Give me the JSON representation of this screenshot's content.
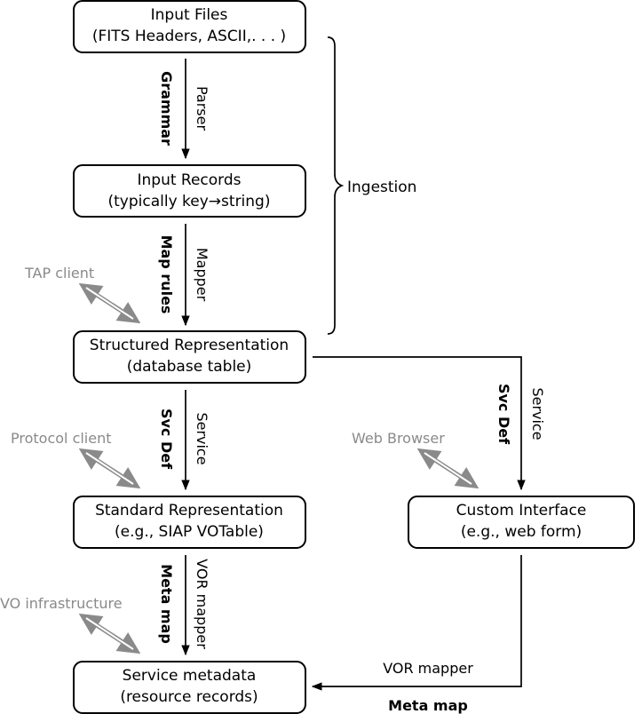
{
  "boxes": {
    "input_files": {
      "line1": "Input Files",
      "line2": "(FITS Headers, ASCII,. . . )"
    },
    "input_records": {
      "line1": "Input Records",
      "line2": "(typically key→string)"
    },
    "structured_representation": {
      "line1": "Structured Representation",
      "line2": "(database table)"
    },
    "standard_representation": {
      "line1": "Standard Representation",
      "line2": "(e.g., SIAP VOTable)"
    },
    "service_metadata": {
      "line1": "Service metadata",
      "line2": "(resource records)"
    },
    "custom_interface": {
      "line1": "Custom Interface",
      "line2": "(e.g., web form)"
    }
  },
  "edges": {
    "files_to_records": {
      "bold": "Grammar",
      "normal": "Parser"
    },
    "records_to_structured": {
      "bold": "Map rules",
      "normal": "Mapper"
    },
    "structured_to_standard": {
      "bold": "Svc Def",
      "normal": "Service"
    },
    "structured_to_custom": {
      "bold": "Svc Def",
      "normal": "Service"
    },
    "standard_to_metadata": {
      "bold": "Meta map",
      "normal": "VOR mapper"
    },
    "custom_to_metadata": {
      "bold": "Meta map",
      "normal": "VOR mapper"
    }
  },
  "brace_label": "Ingestion",
  "clients": {
    "tap": "TAP client",
    "protocol": "Protocol client",
    "web_browser": "Web Browser",
    "vo_infrastructure": "VO infrastructure"
  },
  "colors": {
    "box_stroke": "#000000",
    "client_text": "#8a8a8a",
    "arrow": "#000000"
  }
}
